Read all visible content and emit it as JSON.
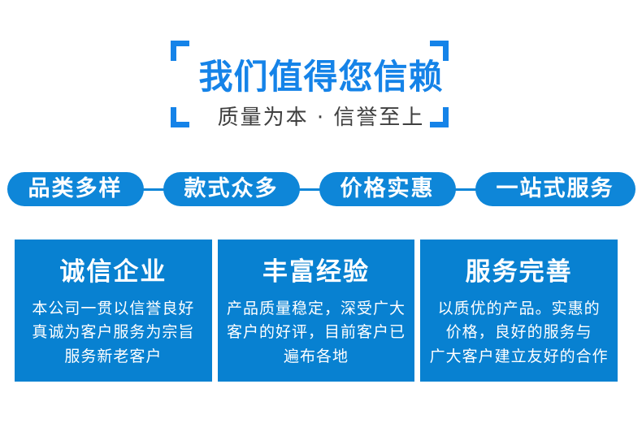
{
  "colors": {
    "title_blue": "#1583e8",
    "pill_blue": "#0e86d8",
    "card_blue": "#0881d1",
    "subtitle_gray": "#3f3f3f"
  },
  "header": {
    "title": "我们值得您信赖",
    "subtitle": "质量为本 · 信誉至上"
  },
  "pills": {
    "items": [
      {
        "label": "品类多样"
      },
      {
        "label": "款式众多"
      },
      {
        "label": "价格实惠"
      },
      {
        "label": "一站式服务"
      }
    ]
  },
  "cards": {
    "items": [
      {
        "title": "诚信企业",
        "body": "本公司一贯以信誉良好\n真诚为客户服务为宗旨\n服务新老客户"
      },
      {
        "title": "丰富经验",
        "body": "产品质量稳定，深受广大\n客户的好评，目前客户已\n遍布各地"
      },
      {
        "title": "服务完善",
        "body": "以质优的产品。实惠的\n价格，良好的服务与\n广大客户建立友好的合作"
      }
    ]
  }
}
